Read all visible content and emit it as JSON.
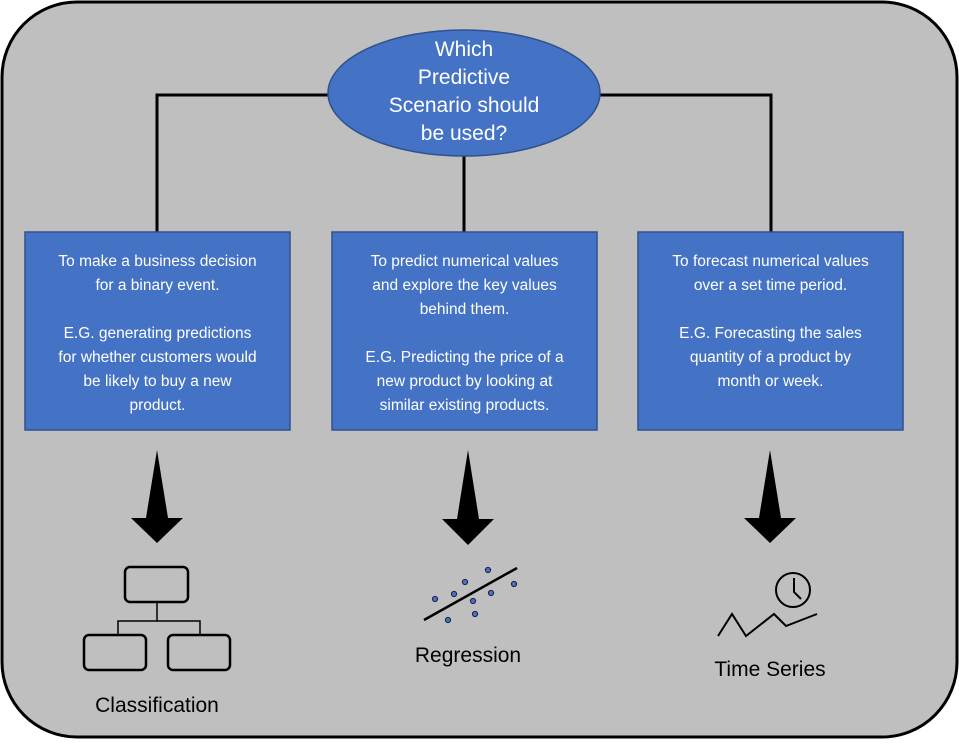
{
  "colors": {
    "background": "#bfbfbf",
    "blue": "#4472c4",
    "border": "#000000"
  },
  "question": {
    "lines": [
      "Which",
      "Predictive",
      "Scenario should",
      "be used?"
    ]
  },
  "scenarios": [
    {
      "lines": [
        "To make a business decision",
        "for a binary event.",
        "",
        "E.G. generating predictions",
        "for whether customers would",
        "be likely to buy a new",
        "product."
      ],
      "label": "Classification",
      "icon": "hierarchy-icon"
    },
    {
      "lines": [
        "To predict numerical values",
        "and explore the key values",
        "behind them.",
        "",
        "E.G. Predicting the price of a",
        "new product by looking at",
        "similar existing products."
      ],
      "label": "Regression",
      "icon": "scatter-regression-icon"
    },
    {
      "lines": [
        "To forecast numerical values",
        "over a set time period.",
        "",
        "E.G. Forecasting the sales",
        "quantity of a product by",
        "month or week."
      ],
      "label": "Time Series",
      "icon": "time-series-clock-icon"
    }
  ]
}
